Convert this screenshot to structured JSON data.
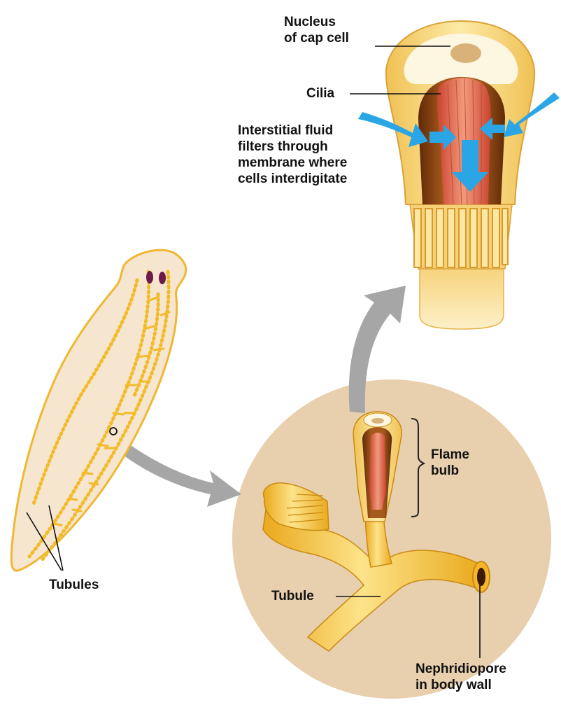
{
  "labels": {
    "nucleus_line1": "Nucleus",
    "nucleus_line2": "of cap cell",
    "cilia": "Cilia",
    "fluid_line1": "Interstitial fluid",
    "fluid_line2": "filters through",
    "fluid_line3": "membrane where",
    "fluid_line4": "cells interdigitate",
    "flame_line1": "Flame",
    "flame_line2": "bulb",
    "tubules": "Tubules",
    "tubule": "Tubule",
    "pore_line1": "Nephridiopore",
    "pore_line2": "in body wall"
  },
  "colors": {
    "background": "#ffffff",
    "tubule_yellow": "#f5c53a",
    "tubule_light": "#fbe48c",
    "body_fill": "#f7e6cf",
    "magnified_circle": "#e8cfae",
    "cilia_red": "#e0654f",
    "cavity_brown": "#7a3b10",
    "flow_arrow_blue": "#2aa6e6",
    "connector_arrow_gray": "#a0a0a0",
    "eyespot_purple": "#6b1a4a",
    "text": "#111111"
  }
}
